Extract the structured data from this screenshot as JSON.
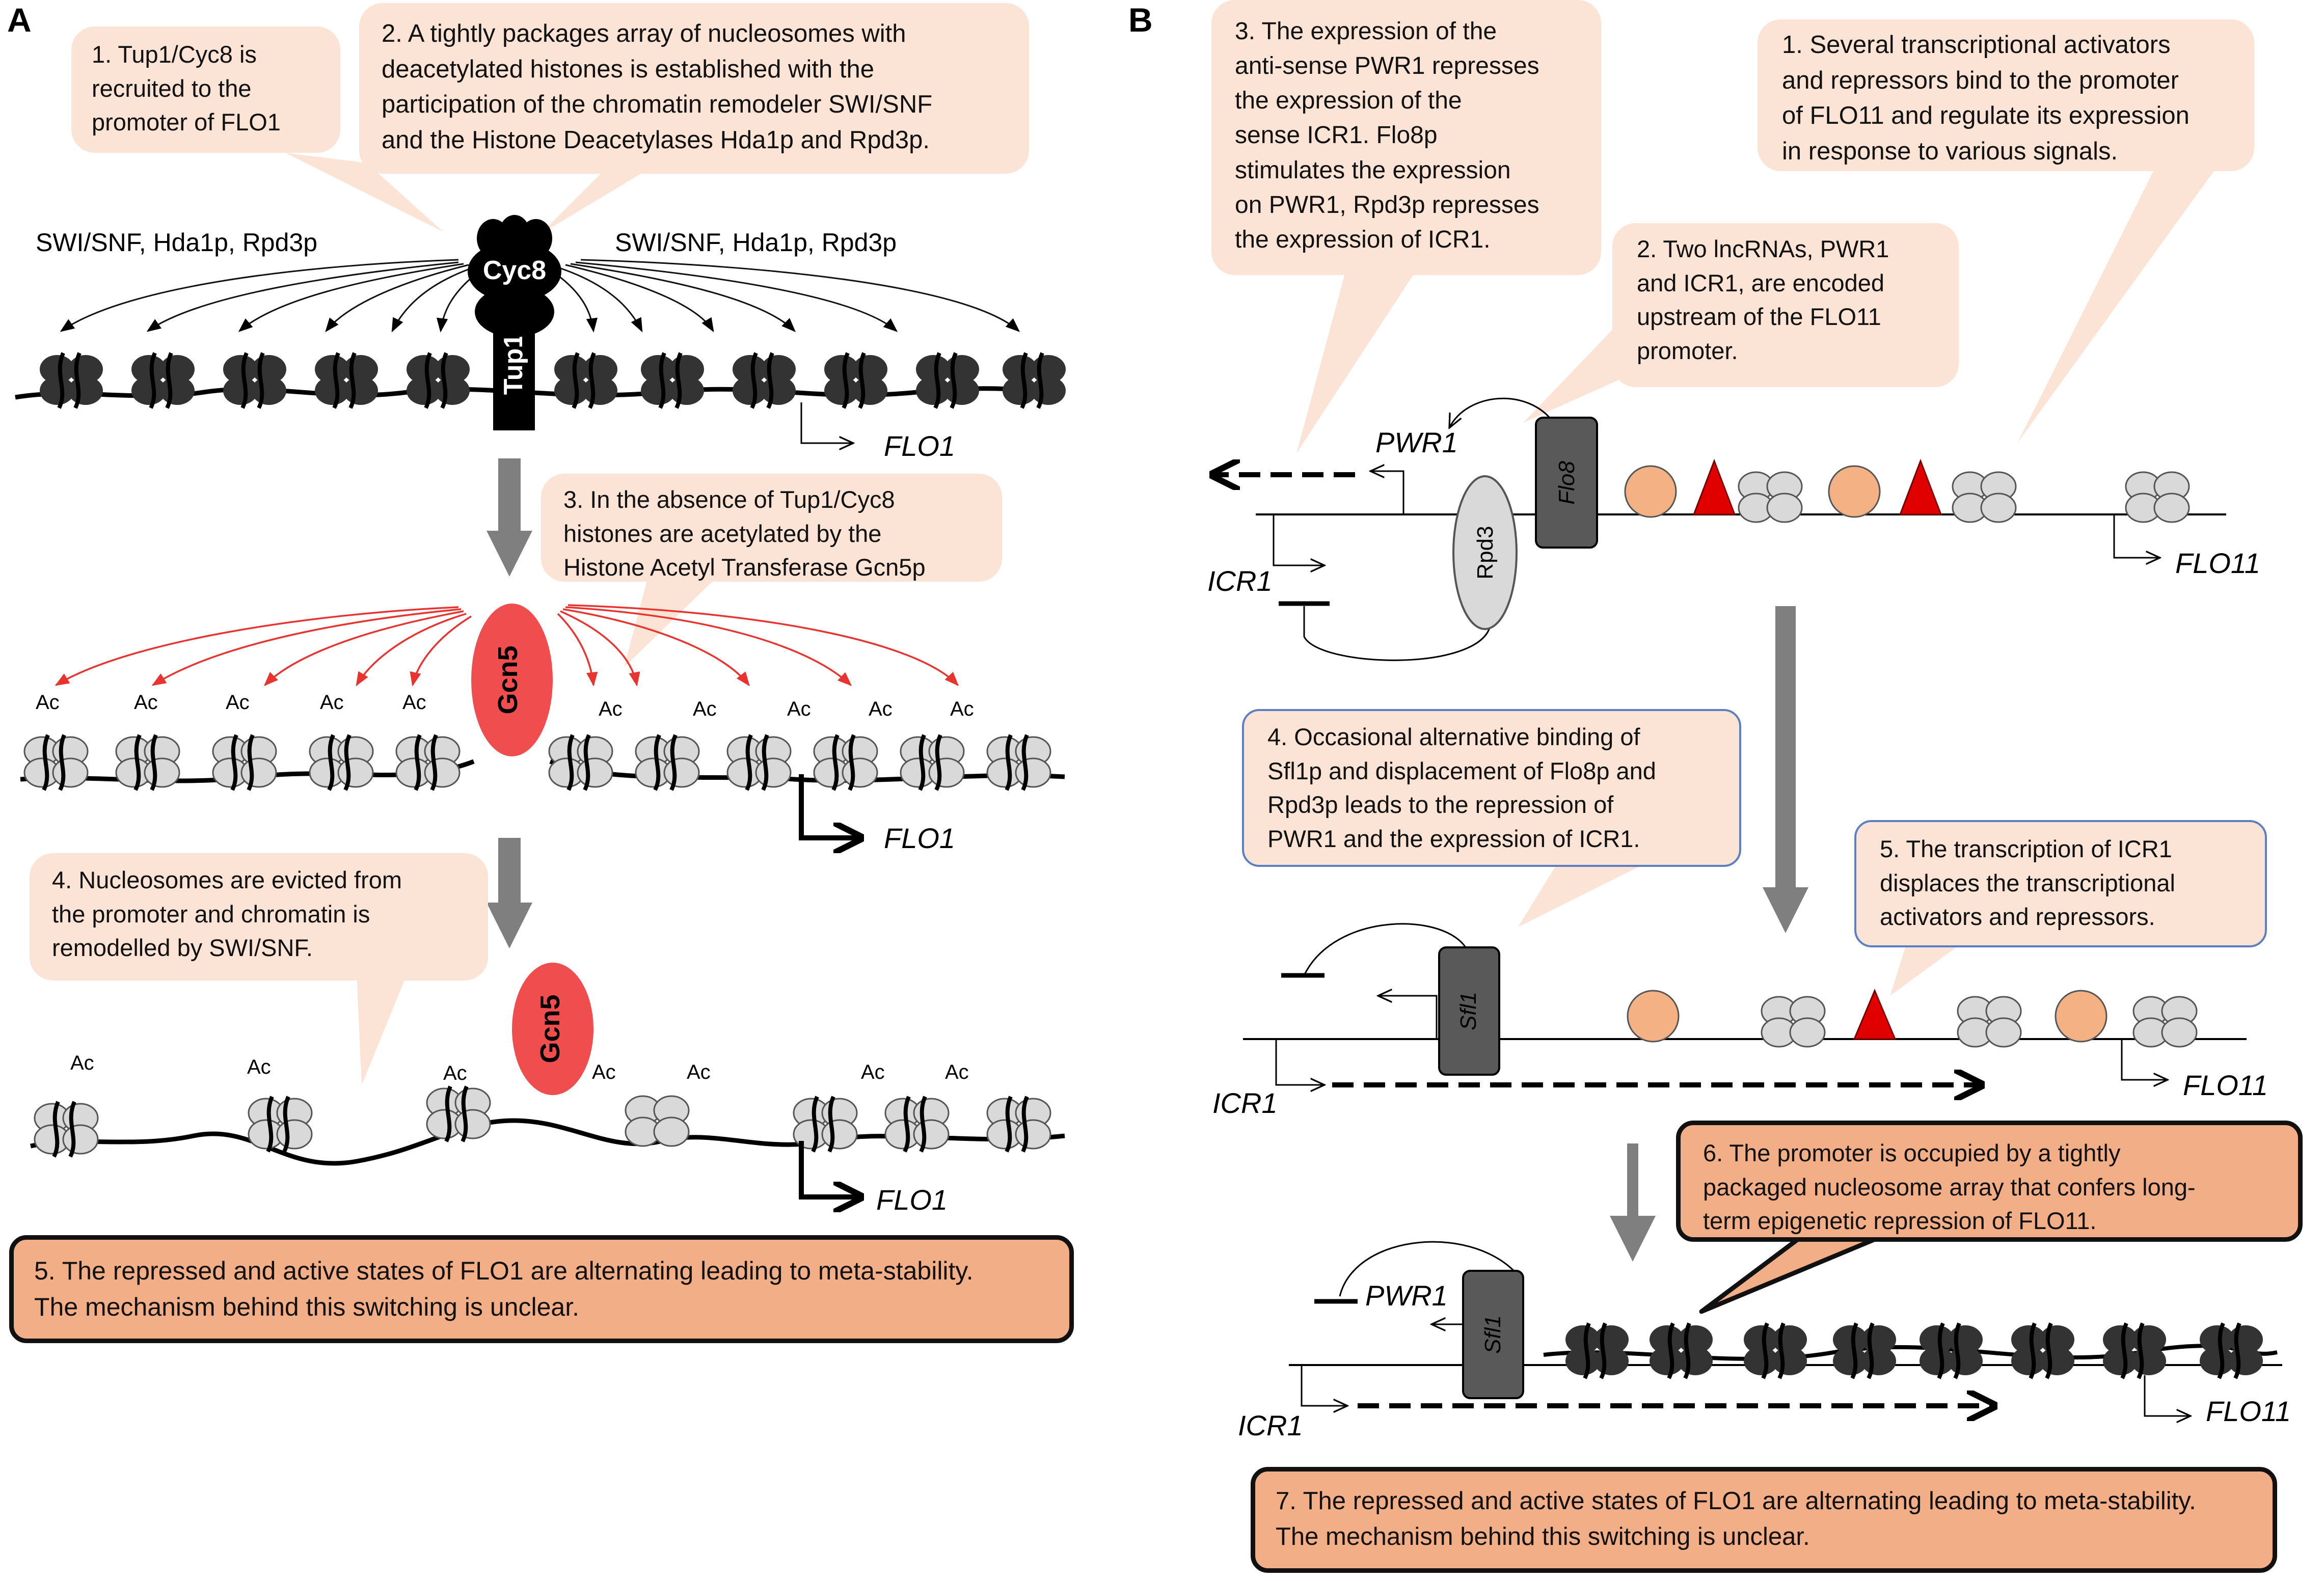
{
  "panels": {
    "a": {
      "letter": "A",
      "callouts": [
        {
          "id": "a1",
          "text": "1. Tup1/Cyc8 is\nrecruited to the\npromoter  of FLO1"
        },
        {
          "id": "a2",
          "text": "2. A tightly packages array of nucleosomes with\ndeacetylated histones is established with the\nparticipation of the chromatin remodeler SWI/SNF\nand the Histone Deacetylases Hda1p and Rpd3p."
        },
        {
          "id": "a3",
          "text": "3. In the absence of Tup1/Cyc8\nhistones are acetylated by the\nHistone Acetyl Transferase Gcn5p"
        },
        {
          "id": "a4",
          "text": "4. Nucleosomes are evicted from\nthe promoter  and chromatin is\nremodelled by SWI/SNF."
        },
        {
          "id": "a5",
          "text": "5. The repressed and active states of FLO1 are alternating leading to meta-stability.\nThe mechanism behind this switching is unclear."
        }
      ],
      "labels": {
        "swi_left": "SWI/SNF, Hda1p, Rpd3p",
        "swi_right": "SWI/SNF, Hda1p, Rpd3p",
        "cyc8": "Cyc8",
        "tup1": "Tup1",
        "gcn5": "Gcn5",
        "gcn5_b": "Gcn5",
        "flo1_1": "FLO1",
        "flo1_2": "FLO1",
        "flo1_3": "FLO1",
        "ac": "Ac"
      }
    },
    "b": {
      "letter": "B",
      "callouts": [
        {
          "id": "b1",
          "text": "1. Several transcriptional activators\nand repressors bind to the promoter\nof FLO11 and regulate its expression\nin response to various  signals."
        },
        {
          "id": "b2",
          "text": "2. Two lncRNAs, PWR1\nand ICR1, are encoded\nupstream of the FLO11\npromoter."
        },
        {
          "id": "b3",
          "text": "3. The expression of the\nanti-sense PWR1 represses\nthe expression of the\nsense ICR1. Flo8p\nstimulates the expression\non PWR1, Rpd3p represses\nthe expression of ICR1."
        },
        {
          "id": "b4",
          "text": "4. Occasional alternative binding of\nSfl1p and displacement of Flo8p and\nRpd3p leads to the repression of\nPWR1 and the expression of ICR1."
        },
        {
          "id": "b5",
          "text": "5. The transcription of ICR1\ndisplaces the transcriptional\nactivators and repressors."
        },
        {
          "id": "b6",
          "text": "6. The promoter  is occupied by a tightly\npackaged nucleosome  array that confers long-\nterm  epigenetic repression of FLO11."
        },
        {
          "id": "b7",
          "text": "7. The repressed and active states of FLO1 are alternating leading to meta-stability.\nThe mechanism behind this switching is unclear."
        }
      ],
      "labels": {
        "pwr1_1": "PWR1",
        "icr1_1": "ICR1",
        "flo8": "Flo8",
        "rpd3": "Rpd3",
        "flo11_1": "FLO11",
        "sfl1_1": "Sfl1",
        "icr1_2": "ICR1",
        "flo11_2": "FLO11",
        "pwr1_2": "PWR1",
        "sfl1_2": "Sfl1",
        "icr1_3": "ICR1",
        "flo11_3": "FLO11"
      }
    }
  },
  "colors": {
    "callout_fill": "#fbe4d5",
    "summary_fill": "#f2ae86",
    "blue_border": "#5b7fc2",
    "gcn5": "#f04e4e",
    "acetyl_arrow": "#e8332f",
    "activator_circle": "#f4b183",
    "repressor_triangle": "#e00000",
    "grey_arrow": "#7f7f7f",
    "factor_box": "#595959",
    "nucleosome_dark": "#333333",
    "nucleosome_light": "#d9d9d9"
  }
}
